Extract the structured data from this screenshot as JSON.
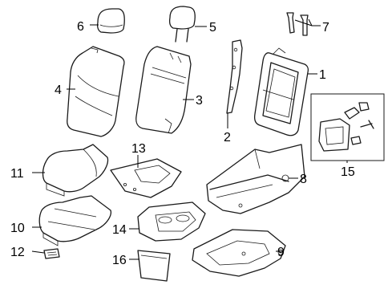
{
  "callouts": [
    {
      "id": "c1",
      "label": "1",
      "part": "rear-seat-frame"
    },
    {
      "id": "c2",
      "label": "2",
      "part": "frame-bracket"
    },
    {
      "id": "c3",
      "label": "3",
      "part": "seat-back-pad"
    },
    {
      "id": "c4",
      "label": "4",
      "part": "seat-back-cover"
    },
    {
      "id": "c5",
      "label": "5",
      "part": "headrest-with-posts"
    },
    {
      "id": "c6",
      "label": "6",
      "part": "headrest"
    },
    {
      "id": "c7",
      "label": "7",
      "part": "headrest-guides"
    },
    {
      "id": "c8",
      "label": "8",
      "part": "cushion-frame"
    },
    {
      "id": "c9",
      "label": "9",
      "part": "cushion-pan"
    },
    {
      "id": "c10",
      "label": "10",
      "part": "cushion-pad"
    },
    {
      "id": "c11",
      "label": "11",
      "part": "cushion-cover"
    },
    {
      "id": "c12",
      "label": "12",
      "part": "clip"
    },
    {
      "id": "c13",
      "label": "13",
      "part": "console-trim"
    },
    {
      "id": "c14",
      "label": "14",
      "part": "console-tray"
    },
    {
      "id": "c15",
      "label": "15",
      "part": "latch-assembly-kit"
    },
    {
      "id": "c16",
      "label": "16",
      "part": "storage-bin"
    }
  ]
}
